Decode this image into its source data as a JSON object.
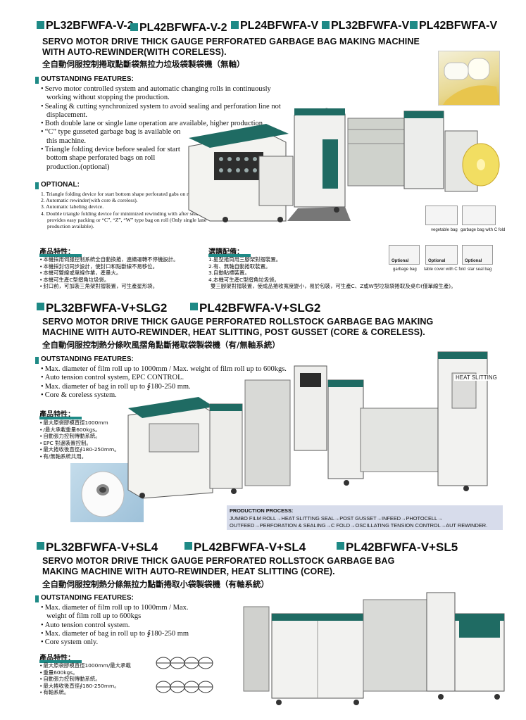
{
  "section1": {
    "models": [
      "PL32BFWFA-V-2",
      "PL42BFWFA-V-2",
      "PL24BFWFA-V",
      "PL32BFWFA-V",
      "PL42BFWFA-V"
    ],
    "title_line1": "SERVO MOTOR DRIVE THICK GAUGE PERFORATED GARBAGE BAG MAKING MACHINE",
    "title_line2": "WITH AUTO-REWINDER(WITH CORELESS).",
    "title_zh": "全自動伺服控制捲取點斷袋無拉力垃圾袋製袋機（無軸）",
    "features_heading": "OUTSTANDING FEATURES:",
    "features": [
      "Servo motor controlled system and automatic changing rolls in continuously working without stopping the production.",
      "Sealing & cutting synchronized system to avoid sealing and perforation line not displacement.",
      "Both double lane or single lane operation are available, higher production.",
      "“C” type gusseted garbage bag is available on this machine.",
      "Triangle folding device before sealed for start bottom shape perforated bags on roll production.(optional)"
    ],
    "optional_heading": "OPTIONAL:",
    "optional": [
      "1. Triangle folding device for start bottom shape perforated gabs on roll.",
      "2. Automatic rewinder(with core & coreless).",
      "3. Automatic labeling device.",
      "4. Double triangle folding device for minimized rewinding with after sealed provides easy packing or “C”, “Z”, “W” type bag on roll (Only single lane production available)."
    ],
    "zh_features_heading": "產品特性：",
    "zh_features": [
      "本機採用伺服控制系統全自動換捲，連續運轉不停機設計。",
      "本機採封切同步設計，使封口和點斷線不易移位。",
      "本機可雙線或單線作業，產量大。",
      "本機可生產C型摺角垃圾袋。",
      "封口前，可加裝三角架對摺裝置，可生產星形袋。"
    ],
    "zh_optional_heading": "選購配備：",
    "zh_optional": [
      "1.星型捲筒用三腳架對摺裝置。",
      "2.有、無軸自動捲取裝置。",
      "3.自動貼標裝置。",
      "4.本機可生產C型摺角垃圾袋。",
      "雙三腳架對摺裝置，使成品捲收寬度變小，易於包裝，可生產C、Z或W型垃圾袋捲取及桌巾(僅單線生產)。"
    ],
    "bag_captions": [
      "vegetable bag",
      "garbage bag with C fold",
      "garbage bag",
      "table cover with C fold",
      "star seal bag"
    ],
    "optional_badge": "Optional"
  },
  "section2": {
    "models": [
      "PL32BFWFA-V+SLG2",
      "PL42BFWFA-V+SLG2"
    ],
    "title_line1": "SERVO MOTOR DRIVE THICK GAUGE PERFORATED ROLLSTOCK GARBAGE BAG MAKING",
    "title_line2": "MACHINE WITH AUTO-REWINDER, HEAT SLITTING, POST GUSSET (CORE & CORELESS).",
    "title_zh": "全自動伺服控制熱分條吹風摺角點斷捲取袋製袋機（有/無軸系統）",
    "features_heading": "OUTSTANDING FEATURES:",
    "features": [
      "Max. diameter of film roll up to 1000mm / Max. weight of film roll up to 600kgs.",
      "Auto tension control system, EPC CONTROL.",
      "Max. diameter of bag in roll up to ∮180-250 mm.",
      "Core & coreless system."
    ],
    "zh_features_heading": "產品特性：",
    "zh_features": [
      "最大原袋膠模直徑1000mm",
      "/最大承載重量600kgs。",
      "自動張力控制傳動系統。",
      "EPC 對邊裝置控制。",
      "最大捲收後直徑∮180-250mm。",
      "有/無軸系統共用。"
    ],
    "heat_slitting_label": "HEAT SLITTING",
    "process_heading": "PRODUCTION PROCESS:",
    "process_line1": "JUMBO FILM ROLL→HEAT SLITTING SEAL→POST GUSSET→INFEED→PHOTOCELL→",
    "process_line2": "OUTFEED→PERFORATION & SEALING→C FOLD→OSCILLATING TENSION CONTROL→AUT REWINDER."
  },
  "section3": {
    "models": [
      "PL32BFWFA-V+SL4",
      "PL42BFWFA-V+SL4",
      "PL42BFWFA-V+SL5"
    ],
    "title_line1": "SERVO MOTOR DRIVE THICK GAUGE PERFORATED ROLLSTOCK GARBAGE BAG",
    "title_line2": "MAKING MACHINE WITH AUTO-REWINDER, HEAT SLITTING (CORE).",
    "title_zh": "全自動伺服控制熱分條無拉力點斷捲取小袋製袋機（有軸系統）",
    "features_heading": "OUTSTANDING FEATURES:",
    "features": [
      "Max. diameter of film roll up to 1000mm / Max. weight of film roll up to 600kgs",
      "Auto tension control system.",
      "Max. diameter of bag in roll up to ∮180-250 mm",
      "Core system only."
    ],
    "zh_features_heading": "產品特性：",
    "zh_features": [
      "最大原袋膠模直徑1000mm/最大承載",
      "重量600kgs。",
      "自動張力控制傳動系統。",
      "最大捲收後直徑∮180-250mm。",
      "有軸系統。"
    ]
  },
  "colors": {
    "accent": "#1e8a86",
    "machine_green": "#1f6b63",
    "process_bg": "#d7dceb"
  }
}
